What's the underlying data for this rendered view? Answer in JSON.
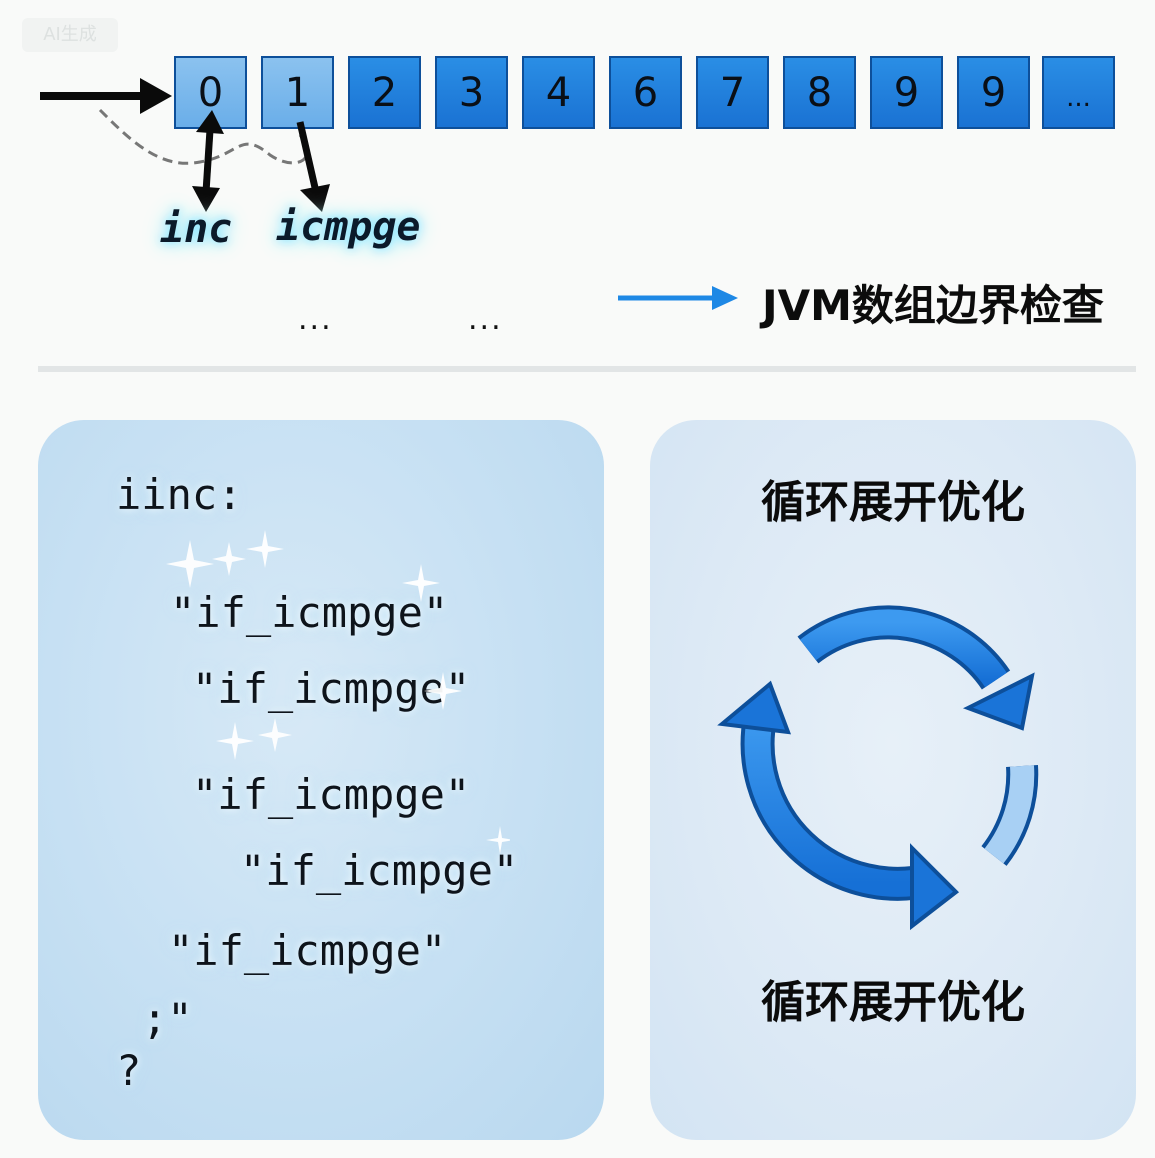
{
  "watermark": "AI生成",
  "array": {
    "cells": [
      {
        "label": "0",
        "style": "light"
      },
      {
        "label": "1",
        "style": "light"
      },
      {
        "label": "2",
        "style": "dark"
      },
      {
        "label": "3",
        "style": "dark"
      },
      {
        "label": "4",
        "style": "dark"
      },
      {
        "label": "6",
        "style": "dark"
      },
      {
        "label": "7",
        "style": "dark"
      },
      {
        "label": "8",
        "style": "dark"
      },
      {
        "label": "9",
        "style": "dark"
      },
      {
        "label": "9",
        "style": "dark"
      },
      {
        "label": "...",
        "style": "dark"
      }
    ]
  },
  "labels": {
    "inc": "inc",
    "icmpge": "icmpge"
  },
  "ellipses": [
    "...",
    "..."
  ],
  "legend": {
    "text": "JVM数组边界检查",
    "arrow_color": "#1e88e5"
  },
  "code_panel": {
    "lines": [
      "iinc:",
      "\"if_icmpge\"",
      "\"if_icmpge\"",
      "\"if_icmpge\"",
      "\"if_icmpge\"",
      "\"if_icmpge\"",
      ";\"",
      "?"
    ]
  },
  "loop_panel": {
    "title_top": "循环展开优化",
    "title_bottom": "循环展开优化",
    "arrow_color": "#1e7fe0"
  },
  "colors": {
    "cell_dark": "#1a72d3",
    "cell_light": "#7fb9ec",
    "cell_border": "#0d4f9a"
  }
}
